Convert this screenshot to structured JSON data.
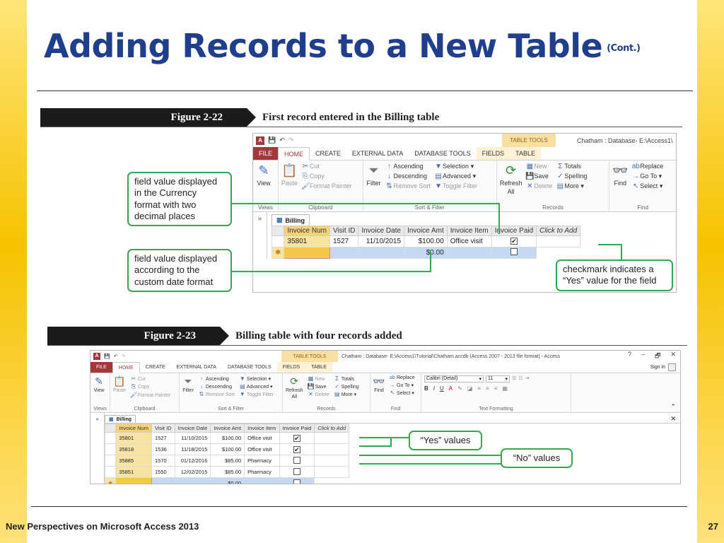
{
  "slide": {
    "title": "Adding Records to a New Table",
    "title_suffix": "(Cont.)",
    "footer": "New Perspectives on Microsoft Access 2013",
    "page_number": "27",
    "accent_color": "#1f3f8c",
    "edge_color": "#f6c200"
  },
  "figure1": {
    "number": "Figure 2-22",
    "caption": "First record entered in the Billing table",
    "window": {
      "table_tools": "TABLE TOOLS",
      "title": "Chatham : Database- E:\\Access1\\",
      "tabs": [
        "FILE",
        "HOME",
        "CREATE",
        "EXTERNAL DATA",
        "DATABASE TOOLS",
        "FIELDS",
        "TABLE"
      ],
      "groups": {
        "views": {
          "label": "Views",
          "view": "View"
        },
        "clipboard": {
          "label": "Clipboard",
          "paste": "Paste",
          "cut": "Cut",
          "copy": "Copy",
          "format_painter": "Format Painter"
        },
        "sort_filter": {
          "label": "Sort & Filter",
          "filter": "Filter",
          "ascending": "Ascending",
          "descending": "Descending",
          "remove_sort": "Remove Sort",
          "selection": "Selection",
          "advanced": "Advanced",
          "toggle_filter": "Toggle Filter"
        },
        "records": {
          "label": "Records",
          "refresh": "Refresh",
          "refresh_all": "All",
          "new": "New",
          "save": "Save",
          "delete": "Delete",
          "totals": "Totals",
          "spelling": "Spelling",
          "more": "More"
        },
        "find": {
          "label": "Find",
          "find": "Find",
          "replace": "Replace",
          "go_to": "Go To",
          "select": "Select"
        }
      },
      "object_tab": "Billing",
      "columns": [
        "Invoice Num",
        "Visit ID",
        "Invoice Date",
        "Invoice Amt",
        "Invoice Item",
        "Invoice Paid",
        "Click to Add"
      ],
      "rows": [
        {
          "invoice_num": "35801",
          "visit_id": "1527",
          "invoice_date": "11/10/2015",
          "invoice_amt": "$100.00",
          "invoice_item": "Office visit",
          "paid": true
        }
      ],
      "new_row_amt": "$0.00"
    },
    "callouts": {
      "currency": "field value displayed in the Currency format with two decimal places",
      "date": "field value displayed according to the custom date format",
      "checkmark": "checkmark indicates a “Yes” value for the field"
    }
  },
  "figure2": {
    "number": "Figure 2-23",
    "caption": "Billing table with four records added",
    "window": {
      "table_tools": "TABLE TOOLS",
      "title": "Chatham : Database- E:\\Access1\\Tutorial\\Chatham.accdb (Access 2007 - 2013 file format) - Access",
      "sign_in": "Sign in",
      "window_buttons": [
        "?",
        "–",
        "🗗",
        "✕"
      ],
      "tabs": [
        "FILE",
        "HOME",
        "CREATE",
        "EXTERNAL DATA",
        "DATABASE TOOLS",
        "FIELDS",
        "TABLE"
      ],
      "groups": {
        "views": {
          "label": "Views",
          "view": "View"
        },
        "clipboard": {
          "label": "Clipboard",
          "paste": "Paste",
          "cut": "Cut",
          "copy": "Copy",
          "format_painter": "Format Painter"
        },
        "sort_filter": {
          "label": "Sort & Filter",
          "filter": "Filter",
          "ascending": "Ascending",
          "descending": "Descending",
          "remove_sort": "Remove Sort",
          "selection": "Selection",
          "advanced": "Advanced",
          "toggle_filter": "Toggle Filter"
        },
        "records": {
          "label": "Records",
          "refresh": "Refresh",
          "refresh_all": "All",
          "new": "New",
          "save": "Save",
          "delete": "Delete",
          "totals": "Totals",
          "spelling": "Spelling",
          "more": "More"
        },
        "find": {
          "label": "Find",
          "find": "Find",
          "replace": "Replace",
          "go_to": "Go To",
          "select": "Select"
        },
        "text_formatting": {
          "label": "Text Formatting",
          "font": "Calibri (Detail)",
          "size": "11"
        }
      },
      "object_tab": "Billing",
      "columns": [
        "Invoice Num",
        "Visit ID",
        "Invoice Date",
        "Invoice Amt",
        "Invoice Item",
        "Invoice Paid",
        "Click to Add"
      ],
      "rows": [
        {
          "invoice_num": "35801",
          "visit_id": "1527",
          "invoice_date": "11/10/2015",
          "invoice_amt": "$100.00",
          "invoice_item": "Office visit",
          "paid": true
        },
        {
          "invoice_num": "35818",
          "visit_id": "1536",
          "invoice_date": "11/18/2015",
          "invoice_amt": "$100.00",
          "invoice_item": "Office visit",
          "paid": true
        },
        {
          "invoice_num": "35885",
          "visit_id": "1570",
          "invoice_date": "01/12/2016",
          "invoice_amt": "$85.00",
          "invoice_item": "Pharmacy",
          "paid": false
        },
        {
          "invoice_num": "35851",
          "visit_id": "1550",
          "invoice_date": "12/02/2015",
          "invoice_amt": "$85.00",
          "invoice_item": "Pharmacy",
          "paid": false
        }
      ],
      "new_row_amt": "$0.00"
    },
    "callouts": {
      "yes": "“Yes” values",
      "no": "“No” values"
    }
  }
}
